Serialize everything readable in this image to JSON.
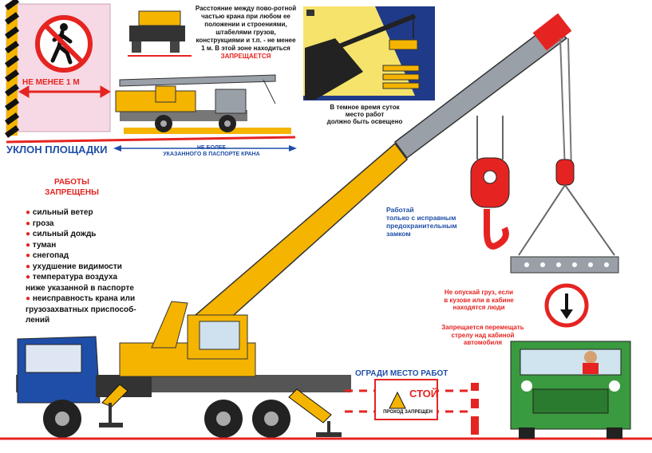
{
  "colors": {
    "red": "#e52421",
    "blue": "#1f4ea8",
    "yellow": "#f5b400",
    "grey": "#9aa0a8",
    "green": "#3a9a3f",
    "pink": "#f6d9e4"
  },
  "distance_panel": {
    "label": "НЕ МЕНЕЕ 1 М"
  },
  "top_note": {
    "text": "Расстояние между пово-ротной частью крана при любом ее положении и строениями, штабелями грузов, конструкциями и т.п. - не менее 1 м. В этой зоне находиться",
    "highlight": "ЗАПРЕЩАЕТСЯ"
  },
  "night_note": {
    "line1": "В темное время суток",
    "line2": "место работ",
    "line3": "должно быть освещено"
  },
  "slope": {
    "title": "УКЛОН ПЛОЩАДКИ",
    "line1": "НЕ БОЛЕЕ",
    "line2": "УКАЗАННОГО В ПАСПОРТЕ КРАНА"
  },
  "prohibited": {
    "title_line1": "РАБОТЫ",
    "title_line2": "ЗАПРЕЩЕНЫ",
    "items": [
      "сильный ветер",
      "гроза",
      "сильный дождь",
      "туман",
      "снегопад",
      "ухудшение видимости",
      "температура воздуха"
    ],
    "temp_cont": "ниже указанной в паспорте",
    "fault_line1": "неисправность крана или",
    "fault_line2": "грузозахватных приспособ-",
    "fault_line3": "лений"
  },
  "hook_note": {
    "line1": "Работай",
    "line2": "только с исправным",
    "line3": "предохранительным",
    "line4": "замком"
  },
  "people_note": {
    "line1": "Не опускай груз, если",
    "line2": "в кузове или в кабине",
    "line3": "находятся люди"
  },
  "boom_note": {
    "line1": "Запрещается перемещать",
    "line2": "стрелу над кабиной",
    "line3": "автомобиля"
  },
  "fence": {
    "title": "ОГРАДИ МЕСТО РАБОТ",
    "sign_word": "СТОЙ",
    "sign_sub": "ПРОХОД ЗАПРЕЩЕН"
  },
  "icons": [
    "no-pedestrian-icon",
    "down-arrow-sign-icon",
    "warning-triangle-icon",
    "lamp-icon"
  ]
}
